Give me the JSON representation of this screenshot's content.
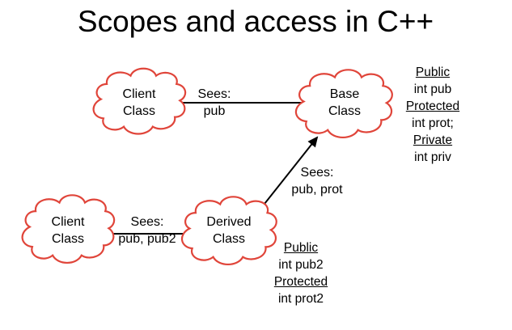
{
  "title": "Scopes and access in C++",
  "colors": {
    "cloud_stroke": "#e0453a",
    "cloud_fill": "#ffffff",
    "line": "#000000"
  },
  "nodes": {
    "client_top": {
      "line1": "Client",
      "line2": "Class"
    },
    "base": {
      "line1": "Base",
      "line2": "Class"
    },
    "client_bottom": {
      "line1": "Client",
      "line2": "Class"
    },
    "derived": {
      "line1": "Derived",
      "line2": "Class"
    }
  },
  "edges": {
    "client_top_to_base": {
      "line1": "Sees:",
      "line2": "pub"
    },
    "derived_to_base": {
      "line1": "Sees:",
      "line2": "pub, prot"
    },
    "client_bottom_to_derived": {
      "line1": "Sees:",
      "line2": "pub, pub2"
    }
  },
  "base_access": {
    "public_heading": "Public",
    "public_member": "int pub",
    "protected_heading": "Protected",
    "protected_member": "int prot;",
    "private_heading": "Private",
    "private_member": "int priv"
  },
  "derived_access": {
    "public_heading": "Public",
    "public_member": "int pub2",
    "protected_heading": "Protected",
    "protected_member": "int prot2"
  }
}
